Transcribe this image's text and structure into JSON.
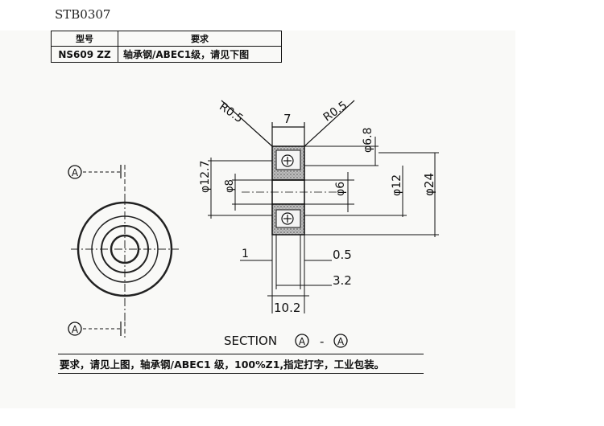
{
  "document": {
    "id": "STB0307"
  },
  "spec_table": {
    "headers": {
      "model": "型号",
      "requirement": "要求"
    },
    "rows": [
      {
        "model": "NS609 ZZ",
        "requirement": "轴承钢/ABEC1级，请见下图"
      }
    ]
  },
  "drawing": {
    "radius_left": "R0.5",
    "radius_right": "R0.5",
    "top_width": "7",
    "dim_phi_6_8": "φ6.8",
    "dim_phi_12_7": "φ12.7",
    "dim_phi_8": "φ8",
    "dim_phi_6": "φ6",
    "dim_phi_12": "φ12",
    "dim_phi_24": "φ24",
    "dim_1": "1",
    "dim_0_5": "0.5",
    "dim_3_2": "3.2",
    "dim_10_2": "10.2",
    "section_marker_top": "A",
    "section_marker_bottom": "A",
    "section_title": "SECTION",
    "section_a1": "A",
    "section_dash": "-",
    "section_a2": "A"
  },
  "footer_note": "要求，请见上图，轴承钢/ABEC1 级，100%Z1,指定打字，工业包装。"
}
